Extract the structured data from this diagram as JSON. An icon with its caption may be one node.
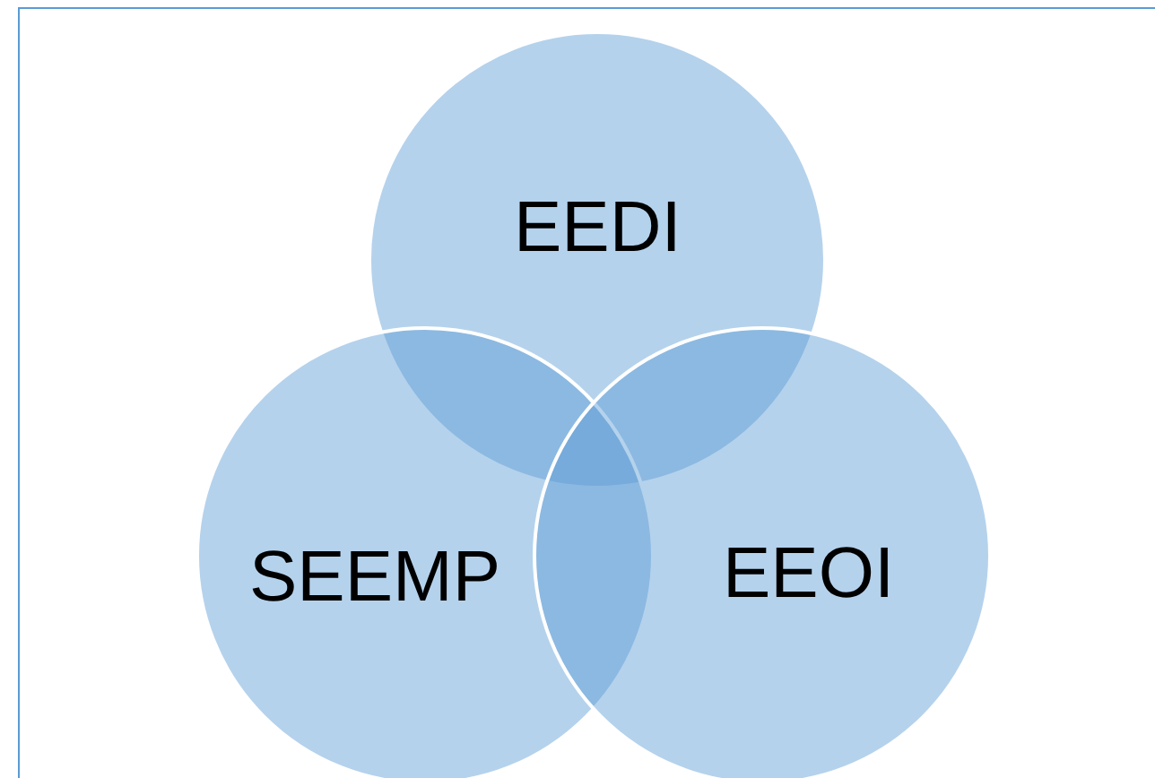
{
  "diagram": {
    "nodes": [
      {
        "text": [
          "EEDI"
        ]
      },
      {
        "text": [
          "SEEMP"
        ]
      },
      {
        "text": [
          "EEOI"
        ]
      }
    ]
  }
}
